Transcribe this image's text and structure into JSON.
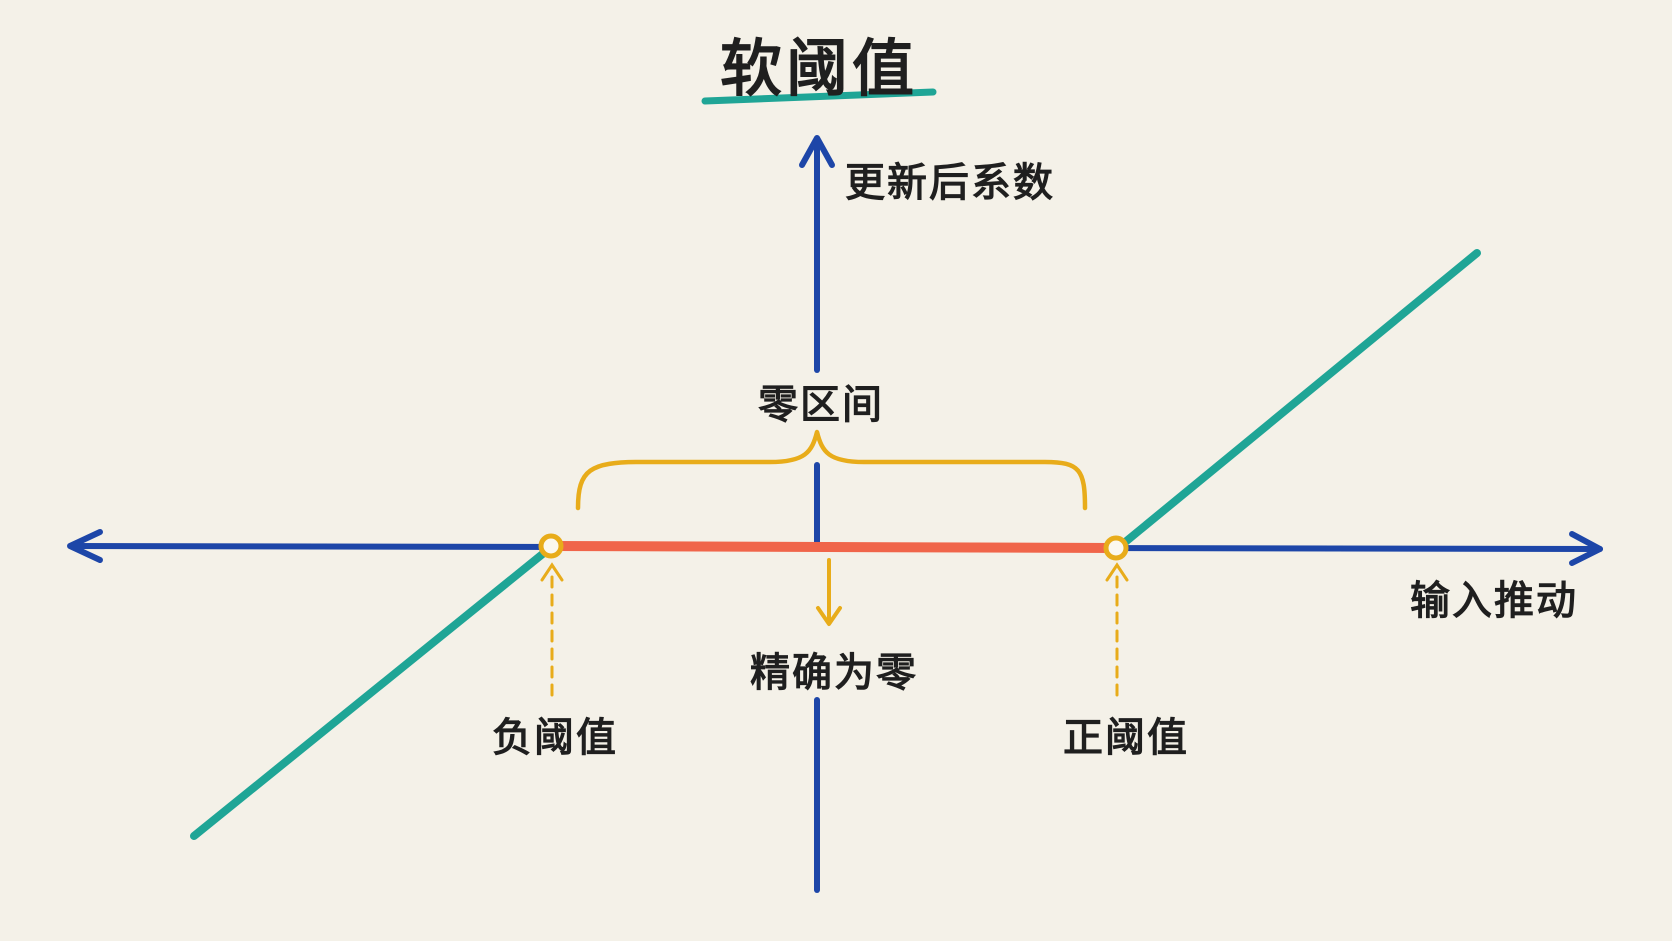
{
  "title": "软阈值",
  "axes": {
    "y_label": "更新后系数",
    "x_label": "输入推动"
  },
  "annotations": {
    "zero_zone": "零区间",
    "exactly_zero": "精确为零",
    "negative_threshold": "负阈值",
    "positive_threshold": "正阈值"
  },
  "colors": {
    "background": "#f4f1e8",
    "axis": "#1d46a8",
    "function_line": "#1fa596",
    "zero_segment": "#f0654a",
    "brace": "#e8ac1a",
    "title_underline": "#1fa596"
  }
}
